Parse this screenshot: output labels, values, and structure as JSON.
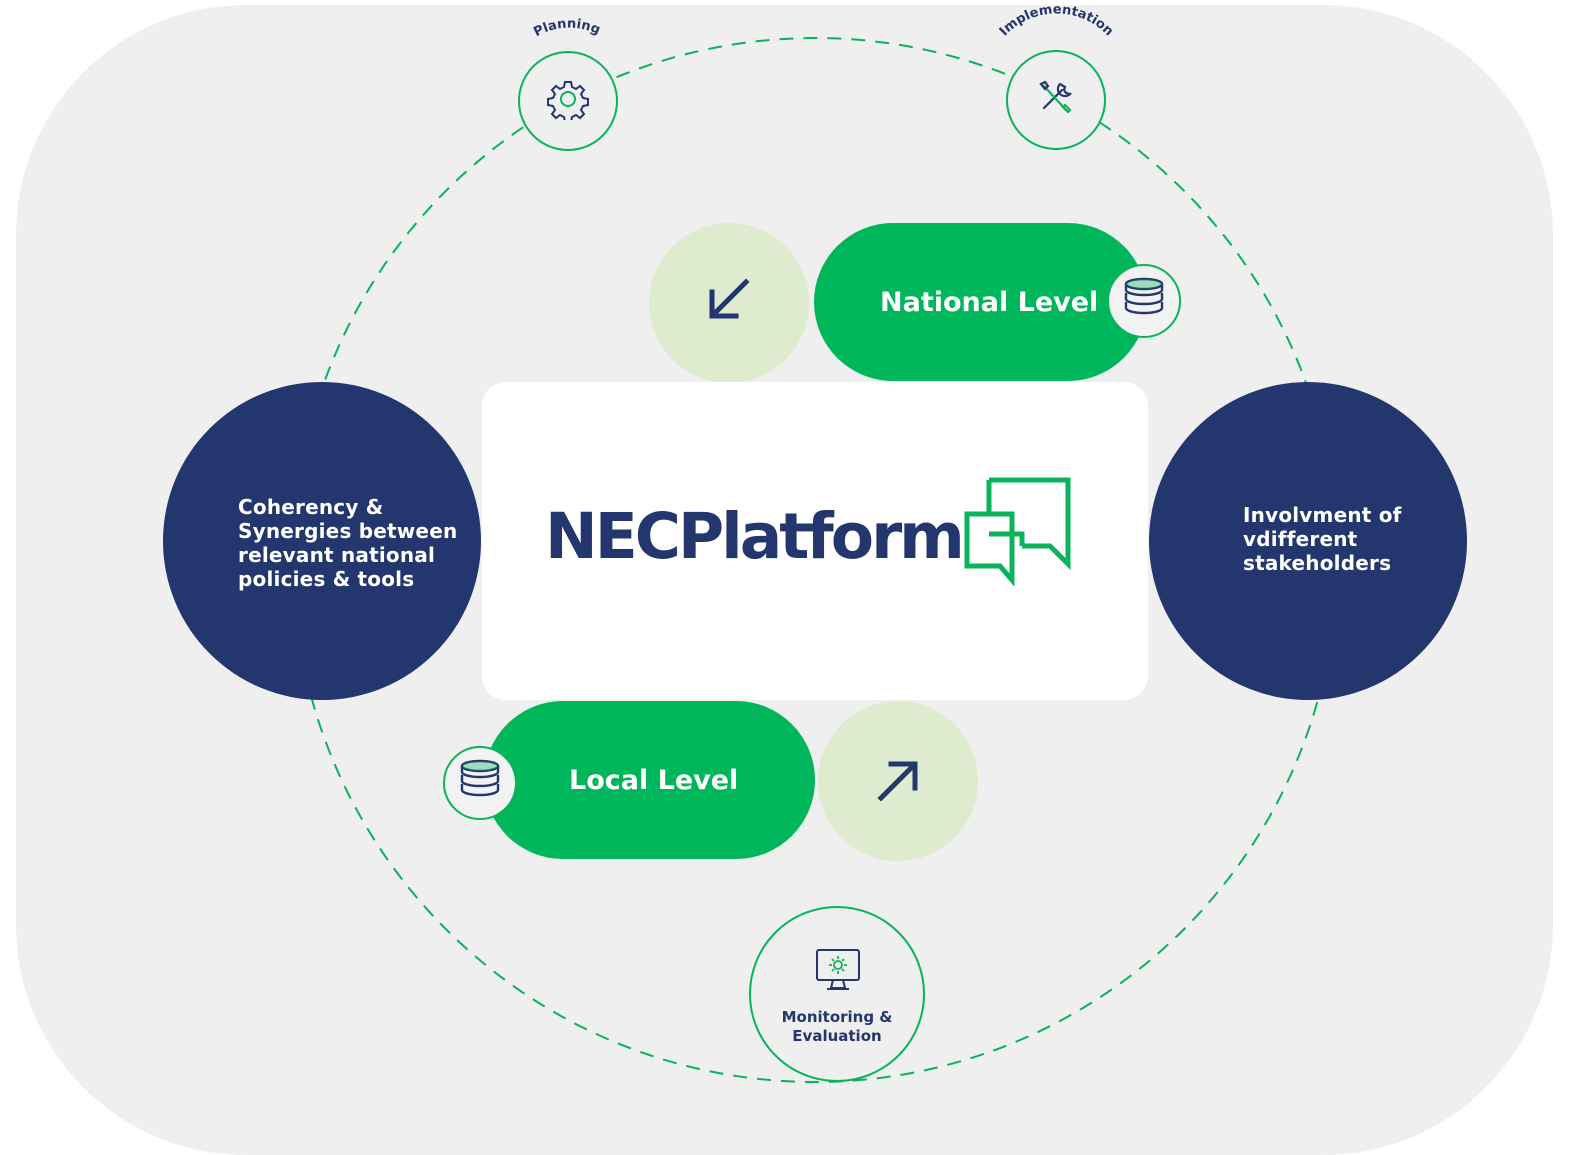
{
  "logo": {
    "text": "NECPlatform"
  },
  "stages": {
    "planning": "Planning",
    "implementation": "Implementation",
    "monitoring_line1": "Monitoring &",
    "monitoring_line2": "Evaluation"
  },
  "levels": {
    "national": "National Level",
    "local": "Local Level"
  },
  "left_circle": {
    "line1": "Coherency &",
    "line2": "Synergies between",
    "line3": "relevant national",
    "line4": "policies & tools"
  },
  "right_circle": {
    "line1": "Involvment of",
    "line2": "vdifferent",
    "line3": "stakeholders"
  },
  "colors": {
    "navy": "#23366d",
    "green": "#00b65b",
    "light_green": "#deebce",
    "background": "#efefef"
  },
  "icons": {
    "planning": "gear-icon",
    "implementation": "tools-icon",
    "monitoring": "monitor-gear-icon",
    "national_arrow": "arrow-down-left-icon",
    "local_arrow": "arrow-up-right-icon",
    "database": "database-icon"
  }
}
